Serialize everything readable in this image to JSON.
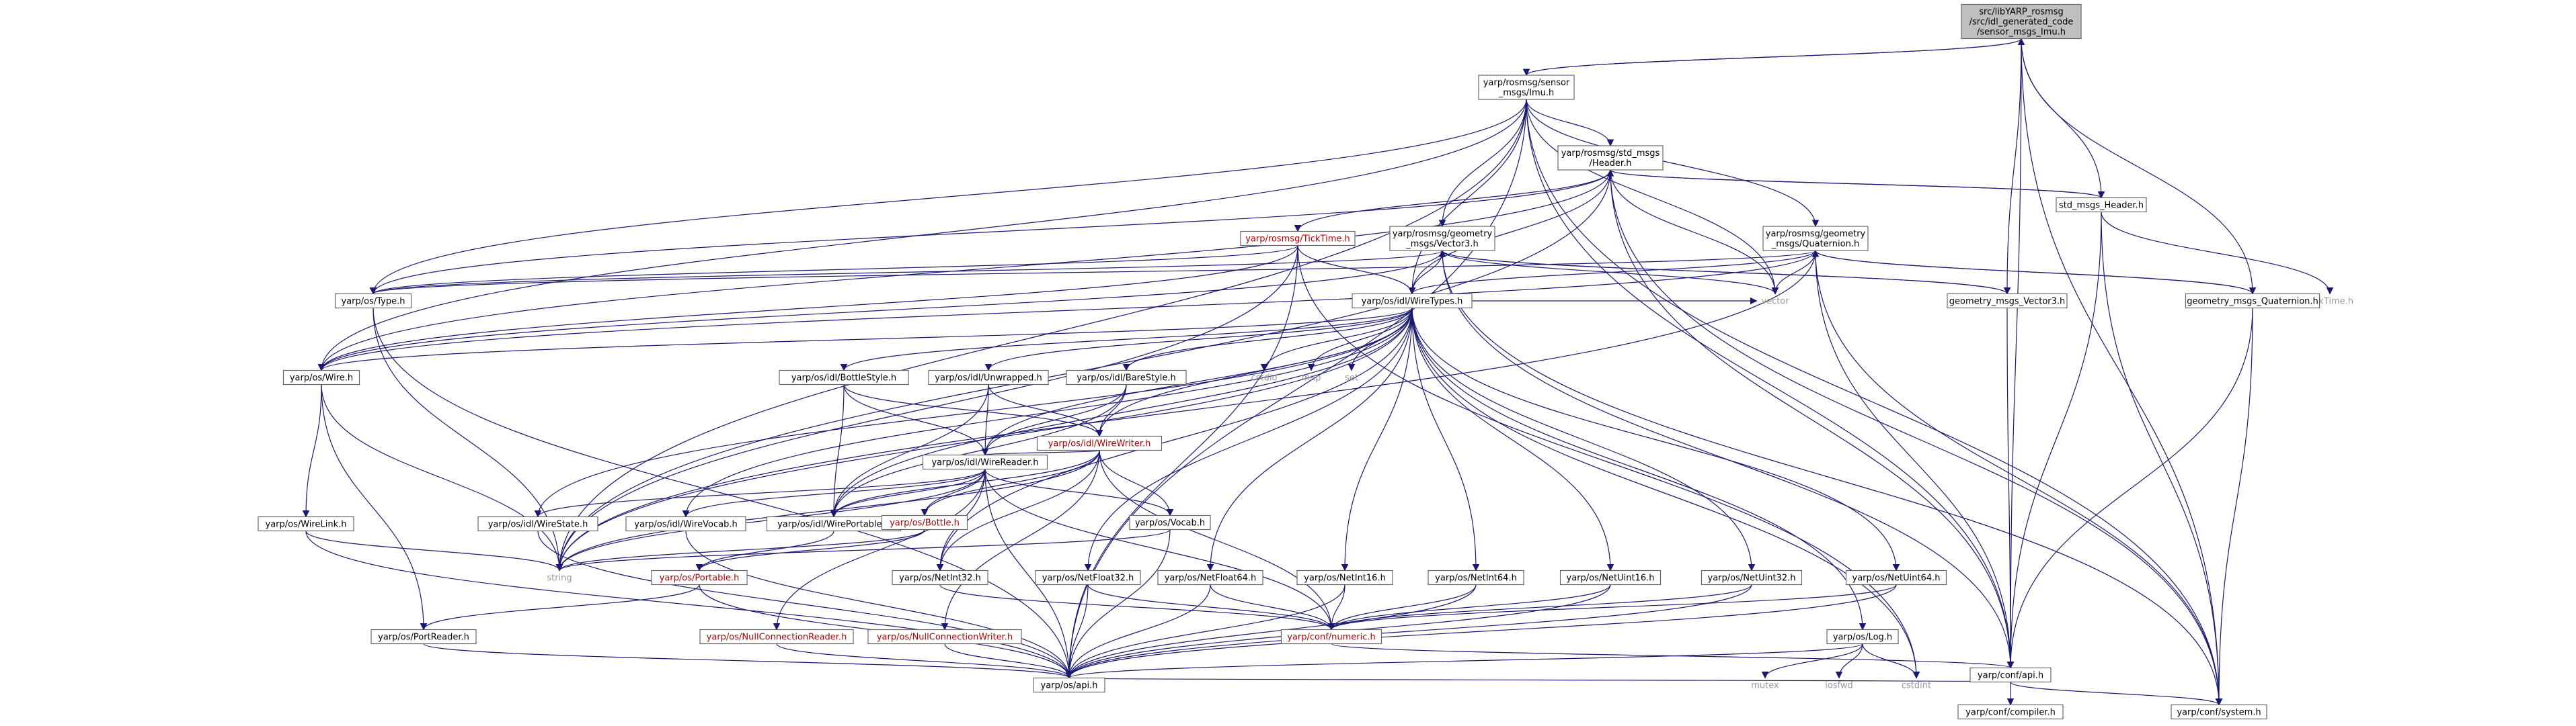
{
  "colors": {
    "edge": "#191970",
    "box_border": "#666666",
    "root_fill": "#bfbfbf",
    "link_red": "#b00000",
    "plain_text": "#9a9a9a"
  },
  "nodes": [
    {
      "id": "root",
      "lines": [
        "src/libYARP_rosmsg",
        "/src/idl_generated_code",
        "/sensor_msgs_Imu.h"
      ],
      "style": "root"
    },
    {
      "id": "imu",
      "lines": [
        "yarp/rosmsg/sensor",
        "_msgs/Imu.h"
      ],
      "style": "box"
    },
    {
      "id": "header",
      "lines": [
        "yarp/rosmsg/std_msgs",
        "/Header.h"
      ],
      "style": "box"
    },
    {
      "id": "vector3",
      "lines": [
        "yarp/rosmsg/geometry",
        "_msgs/Vector3.h"
      ],
      "style": "box"
    },
    {
      "id": "quaternion",
      "lines": [
        "yarp/rosmsg/geometry",
        "_msgs/Quaternion.h"
      ],
      "style": "box"
    },
    {
      "id": "ticktime",
      "lines": [
        "yarp/rosmsg/TickTime.h"
      ],
      "style": "red"
    },
    {
      "id": "stdheader",
      "lines": [
        "std_msgs_Header.h"
      ],
      "style": "box"
    },
    {
      "id": "ticktimeplain",
      "lines": [
        "TickTime.h"
      ],
      "style": "plain"
    },
    {
      "id": "gvector3",
      "lines": [
        "geometry_msgs_Vector3.h"
      ],
      "style": "box"
    },
    {
      "id": "gquaternion",
      "lines": [
        "geometry_msgs_Quaternion.h"
      ],
      "style": "box"
    },
    {
      "id": "type",
      "lines": [
        "yarp/os/Type.h"
      ],
      "style": "box"
    },
    {
      "id": "wiretypes",
      "lines": [
        "yarp/os/idl/WireTypes.h"
      ],
      "style": "box"
    },
    {
      "id": "vector",
      "lines": [
        "vector"
      ],
      "style": "plain"
    },
    {
      "id": "wire",
      "lines": [
        "yarp/os/Wire.h"
      ],
      "style": "box"
    },
    {
      "id": "bottlestyle",
      "lines": [
        "yarp/os/idl/BottleStyle.h"
      ],
      "style": "box"
    },
    {
      "id": "unwrapped",
      "lines": [
        "yarp/os/idl/Unwrapped.h"
      ],
      "style": "box"
    },
    {
      "id": "barestyle",
      "lines": [
        "yarp/os/idl/BareStyle.h"
      ],
      "style": "box"
    },
    {
      "id": "cstdio",
      "lines": [
        "cstdio"
      ],
      "style": "plain"
    },
    {
      "id": "map",
      "lines": [
        "map"
      ],
      "style": "plain"
    },
    {
      "id": "set",
      "lines": [
        "set"
      ],
      "style": "plain"
    },
    {
      "id": "wirewriter",
      "lines": [
        "yarp/os/idl/WireWriter.h"
      ],
      "style": "red"
    },
    {
      "id": "wirelink",
      "lines": [
        "yarp/os/WireLink.h"
      ],
      "style": "box"
    },
    {
      "id": "wirereader",
      "lines": [
        "yarp/os/idl/WireReader.h"
      ],
      "style": "box"
    },
    {
      "id": "wirestate",
      "lines": [
        "yarp/os/idl/WireState.h"
      ],
      "style": "box"
    },
    {
      "id": "wirevocab",
      "lines": [
        "yarp/os/idl/WireVocab.h"
      ],
      "style": "box"
    },
    {
      "id": "wireportable",
      "lines": [
        "yarp/os/idl/WirePortable.h"
      ],
      "style": "box"
    },
    {
      "id": "bottle",
      "lines": [
        "yarp/os/Bottle.h"
      ],
      "style": "red"
    },
    {
      "id": "vocab",
      "lines": [
        "yarp/os/Vocab.h"
      ],
      "style": "box"
    },
    {
      "id": "string",
      "lines": [
        "string"
      ],
      "style": "plain"
    },
    {
      "id": "portable",
      "lines": [
        "yarp/os/Portable.h"
      ],
      "style": "red"
    },
    {
      "id": "netint32",
      "lines": [
        "yarp/os/NetInt32.h"
      ],
      "style": "box"
    },
    {
      "id": "netfloat32",
      "lines": [
        "yarp/os/NetFloat32.h"
      ],
      "style": "box"
    },
    {
      "id": "netfloat64",
      "lines": [
        "yarp/os/NetFloat64.h"
      ],
      "style": "box"
    },
    {
      "id": "netint16",
      "lines": [
        "yarp/os/NetInt16.h"
      ],
      "style": "box"
    },
    {
      "id": "netint64",
      "lines": [
        "yarp/os/NetInt64.h"
      ],
      "style": "box"
    },
    {
      "id": "netuint16",
      "lines": [
        "yarp/os/NetUint16.h"
      ],
      "style": "box"
    },
    {
      "id": "netuint32",
      "lines": [
        "yarp/os/NetUint32.h"
      ],
      "style": "box"
    },
    {
      "id": "netuint64",
      "lines": [
        "yarp/os/NetUint64.h"
      ],
      "style": "box"
    },
    {
      "id": "log",
      "lines": [
        "yarp/os/Log.h"
      ],
      "style": "box"
    },
    {
      "id": "portreader",
      "lines": [
        "yarp/os/PortReader.h"
      ],
      "style": "box"
    },
    {
      "id": "nullreader",
      "lines": [
        "yarp/os/NullConnectionReader.h"
      ],
      "style": "red"
    },
    {
      "id": "nullwriter",
      "lines": [
        "yarp/os/NullConnectionWriter.h"
      ],
      "style": "red"
    },
    {
      "id": "numeric",
      "lines": [
        "yarp/conf/numeric.h"
      ],
      "style": "red"
    },
    {
      "id": "mutex",
      "lines": [
        "mutex"
      ],
      "style": "plain"
    },
    {
      "id": "iosfwd",
      "lines": [
        "iosfwd"
      ],
      "style": "plain"
    },
    {
      "id": "cstdint",
      "lines": [
        "cstdint"
      ],
      "style": "plain"
    },
    {
      "id": "osapi",
      "lines": [
        "yarp/os/api.h"
      ],
      "style": "box"
    },
    {
      "id": "confapi",
      "lines": [
        "yarp/conf/api.h"
      ],
      "style": "box"
    },
    {
      "id": "compiler",
      "lines": [
        "yarp/conf/compiler.h"
      ],
      "style": "box"
    },
    {
      "id": "system",
      "lines": [
        "yarp/conf/system.h"
      ],
      "style": "box"
    }
  ],
  "edges": [
    [
      "root",
      "imu"
    ],
    [
      "root",
      "stdheader"
    ],
    [
      "root",
      "gvector3"
    ],
    [
      "root",
      "gquaternion"
    ],
    [
      "root",
      "confapi"
    ],
    [
      "root",
      "system"
    ],
    [
      "imu",
      "root"
    ],
    [
      "imu",
      "header"
    ],
    [
      "imu",
      "vector3"
    ],
    [
      "imu",
      "quaternion"
    ],
    [
      "imu",
      "type"
    ],
    [
      "imu",
      "wiretypes"
    ],
    [
      "imu",
      "vector"
    ],
    [
      "imu",
      "wire"
    ],
    [
      "imu",
      "string"
    ],
    [
      "imu",
      "confapi"
    ],
    [
      "imu",
      "system"
    ],
    [
      "imu",
      "osapi"
    ],
    [
      "header",
      "ticktime"
    ],
    [
      "header",
      "stdheader"
    ],
    [
      "header",
      "type"
    ],
    [
      "header",
      "wiretypes"
    ],
    [
      "header",
      "vector"
    ],
    [
      "header",
      "wire"
    ],
    [
      "header",
      "string"
    ],
    [
      "header",
      "confapi"
    ],
    [
      "header",
      "system"
    ],
    [
      "stdheader",
      "header"
    ],
    [
      "stdheader",
      "ticktimeplain"
    ],
    [
      "stdheader",
      "confapi"
    ],
    [
      "stdheader",
      "system"
    ],
    [
      "vector3",
      "gvector3"
    ],
    [
      "vector3",
      "type"
    ],
    [
      "vector3",
      "wiretypes"
    ],
    [
      "vector3",
      "vector"
    ],
    [
      "vector3",
      "wire"
    ],
    [
      "vector3",
      "confapi"
    ],
    [
      "vector3",
      "system"
    ],
    [
      "gvector3",
      "vector3"
    ],
    [
      "gvector3",
      "confapi"
    ],
    [
      "quaternion",
      "gquaternion"
    ],
    [
      "quaternion",
      "type"
    ],
    [
      "quaternion",
      "wiretypes"
    ],
    [
      "quaternion",
      "vector"
    ],
    [
      "quaternion",
      "wire"
    ],
    [
      "quaternion",
      "string"
    ],
    [
      "quaternion",
      "confapi"
    ],
    [
      "quaternion",
      "system"
    ],
    [
      "gquaternion",
      "quaternion"
    ],
    [
      "gquaternion",
      "confapi"
    ],
    [
      "gquaternion",
      "system"
    ],
    [
      "ticktime",
      "type"
    ],
    [
      "ticktime",
      "wiretypes"
    ],
    [
      "ticktime",
      "wire"
    ],
    [
      "ticktime",
      "string"
    ],
    [
      "ticktime",
      "cstdint"
    ],
    [
      "ticktime",
      "osapi"
    ],
    [
      "type",
      "string"
    ],
    [
      "type",
      "osapi"
    ],
    [
      "wiretypes",
      "wire"
    ],
    [
      "wiretypes",
      "bottlestyle"
    ],
    [
      "wiretypes",
      "unwrapped"
    ],
    [
      "wiretypes",
      "barestyle"
    ],
    [
      "wiretypes",
      "cstdio"
    ],
    [
      "wiretypes",
      "map"
    ],
    [
      "wiretypes",
      "set"
    ],
    [
      "wiretypes",
      "vector"
    ],
    [
      "wiretypes",
      "wirewriter"
    ],
    [
      "wiretypes",
      "wirereader"
    ],
    [
      "wiretypes",
      "wirestate"
    ],
    [
      "wiretypes",
      "wirevocab"
    ],
    [
      "wiretypes",
      "wireportable"
    ],
    [
      "wiretypes",
      "string"
    ],
    [
      "wiretypes",
      "netint32"
    ],
    [
      "wiretypes",
      "netfloat32"
    ],
    [
      "wiretypes",
      "netfloat64"
    ],
    [
      "wiretypes",
      "netint16"
    ],
    [
      "wiretypes",
      "netint64"
    ],
    [
      "wiretypes",
      "netuint16"
    ],
    [
      "wiretypes",
      "netuint32"
    ],
    [
      "wiretypes",
      "netuint64"
    ],
    [
      "wiretypes",
      "log"
    ],
    [
      "wiretypes",
      "cstdint"
    ],
    [
      "wire",
      "wirelink"
    ],
    [
      "wire",
      "portreader"
    ],
    [
      "wire",
      "string"
    ],
    [
      "wirelink",
      "string"
    ],
    [
      "wirelink",
      "osapi"
    ],
    [
      "bottlestyle",
      "wirewriter"
    ],
    [
      "bottlestyle",
      "wirereader"
    ],
    [
      "bottlestyle",
      "wireportable"
    ],
    [
      "unwrapped",
      "wirewriter"
    ],
    [
      "unwrapped",
      "wirereader"
    ],
    [
      "unwrapped",
      "wireportable"
    ],
    [
      "barestyle",
      "wirewriter"
    ],
    [
      "barestyle",
      "wirereader"
    ],
    [
      "barestyle",
      "wireportable"
    ],
    [
      "wirewriter",
      "wirereader"
    ],
    [
      "wirewriter",
      "wireportable"
    ],
    [
      "wirewriter",
      "bottle"
    ],
    [
      "wirewriter",
      "vocab"
    ],
    [
      "wirewriter",
      "netint32"
    ],
    [
      "wirewriter",
      "numeric"
    ],
    [
      "wirewriter",
      "nullwriter"
    ],
    [
      "wirewriter",
      "string"
    ],
    [
      "wirereader",
      "wirestate"
    ],
    [
      "wirereader",
      "wirevocab"
    ],
    [
      "wirereader",
      "wireportable"
    ],
    [
      "wirereader",
      "bottle"
    ],
    [
      "wirereader",
      "vocab"
    ],
    [
      "wirereader",
      "string"
    ],
    [
      "wirereader",
      "netint32"
    ],
    [
      "wirereader",
      "nullreader"
    ],
    [
      "wirereader",
      "numeric"
    ],
    [
      "wirereader",
      "osapi"
    ],
    [
      "wirestate",
      "osapi"
    ],
    [
      "wirevocab",
      "osapi"
    ],
    [
      "wireportable",
      "portable"
    ],
    [
      "bottle",
      "portable"
    ],
    [
      "bottle",
      "string"
    ],
    [
      "vocab",
      "string"
    ],
    [
      "vocab",
      "osapi"
    ],
    [
      "portable",
      "portreader"
    ],
    [
      "portable",
      "osapi"
    ],
    [
      "portreader",
      "osapi"
    ],
    [
      "netint32",
      "numeric"
    ],
    [
      "netfloat32",
      "numeric"
    ],
    [
      "netfloat32",
      "osapi"
    ],
    [
      "netfloat64",
      "numeric"
    ],
    [
      "netfloat64",
      "osapi"
    ],
    [
      "netint16",
      "numeric"
    ],
    [
      "netint16",
      "osapi"
    ],
    [
      "netint64",
      "numeric"
    ],
    [
      "netint64",
      "osapi"
    ],
    [
      "netuint16",
      "numeric"
    ],
    [
      "netuint16",
      "osapi"
    ],
    [
      "netuint32",
      "numeric"
    ],
    [
      "netuint32",
      "osapi"
    ],
    [
      "netuint64",
      "numeric"
    ],
    [
      "netuint64",
      "osapi"
    ],
    [
      "log",
      "osapi"
    ],
    [
      "log",
      "mutex"
    ],
    [
      "log",
      "iosfwd"
    ],
    [
      "log",
      "cstdint"
    ],
    [
      "nullreader",
      "osapi"
    ],
    [
      "nullwriter",
      "osapi"
    ],
    [
      "numeric",
      "confapi"
    ],
    [
      "osapi",
      "confapi"
    ],
    [
      "confapi",
      "compiler"
    ],
    [
      "confapi",
      "system"
    ]
  ]
}
